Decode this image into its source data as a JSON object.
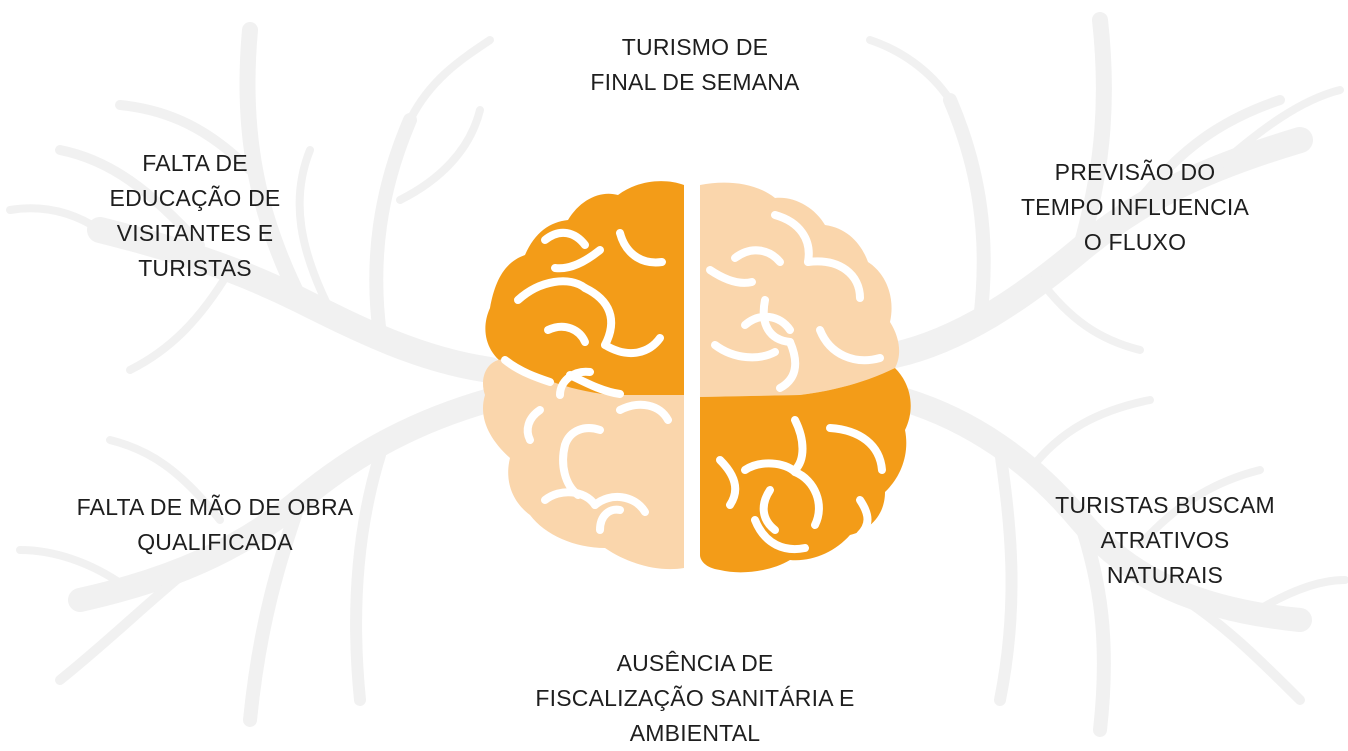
{
  "diagram": {
    "colors": {
      "dark_orange": "#f39c18",
      "light_peach": "#fad6ac",
      "tree_gray": "#f1f1f1"
    },
    "center_icon": "brain-icon",
    "labels": {
      "top": [
        "TURISMO DE",
        "FINAL DE SEMANA"
      ],
      "top_left": [
        "FALTA DE",
        "EDUCAÇÃO DE",
        "VISITANTES E",
        "TURISTAS"
      ],
      "top_right": [
        "PREVISÃO DO",
        "TEMPO INFLUENCIA",
        "O FLUXO"
      ],
      "bottom_left": [
        "FALTA DE MÃO DE OBRA",
        "QUALIFICADA"
      ],
      "bottom_right": [
        "TURISTAS BUSCAM",
        "ATRATIVOS",
        "NATURAIS"
      ],
      "bottom": [
        "AUSÊNCIA DE",
        "FISCALIZAÇÃO SANITÁRIA E",
        "AMBIENTAL"
      ]
    }
  }
}
